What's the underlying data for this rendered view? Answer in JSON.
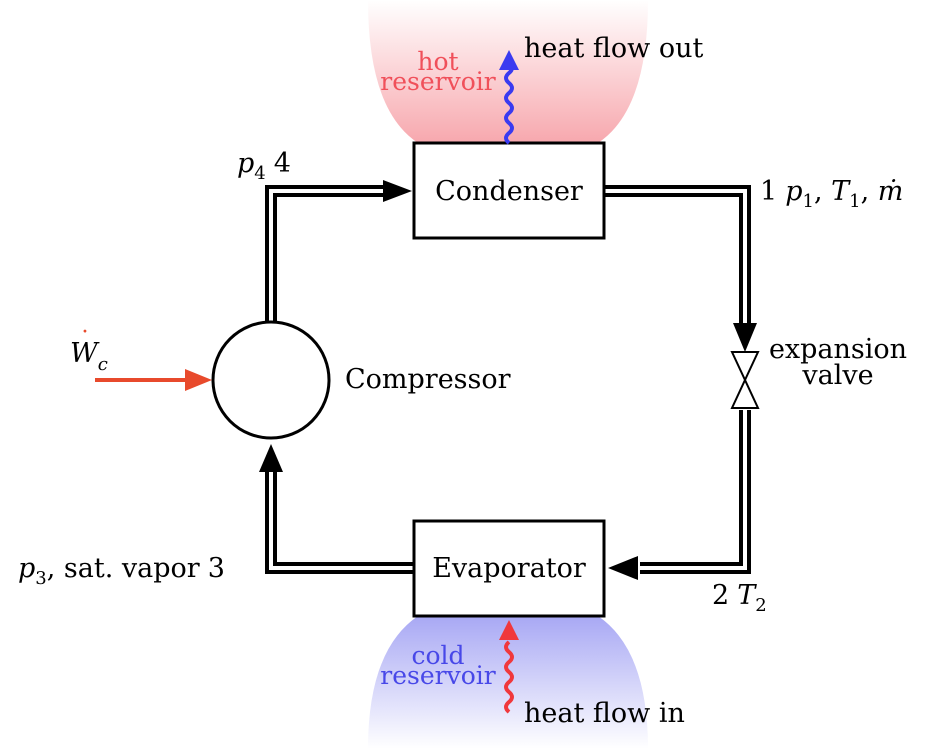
{
  "components": {
    "condenser": "Condenser",
    "evaporator": "Evaporator",
    "compressor": "Compressor",
    "expansion_valve": [
      "expansion",
      "valve"
    ]
  },
  "reservoirs": {
    "hot": [
      "hot",
      "reservoir"
    ],
    "cold": [
      "cold",
      "reservoir"
    ]
  },
  "heat_flows": {
    "out": "heat flow out",
    "in": "heat flow in"
  },
  "work_input": {
    "symbol": "W",
    "subscript": "c"
  },
  "states": {
    "state1": {
      "number": "1",
      "pressure": "p",
      "pressure_sub": "1",
      "temperature": "T",
      "temperature_sub": "1",
      "mass_flow": "ṁ"
    },
    "state2": {
      "number": "2",
      "temperature": "T",
      "temperature_sub": "2"
    },
    "state3": {
      "pressure": "p",
      "pressure_sub": "3",
      "description": ", sat. vapor",
      "number": "3"
    },
    "state4": {
      "pressure": "p",
      "pressure_sub": "4",
      "number": "4"
    }
  },
  "colors": {
    "hot": "#f0505a",
    "hot_fill": "#f7a8ae",
    "cold": "#4848e8",
    "cold_fill": "#a8a8f4",
    "work": "#e84a2c",
    "lines": "#000000"
  }
}
